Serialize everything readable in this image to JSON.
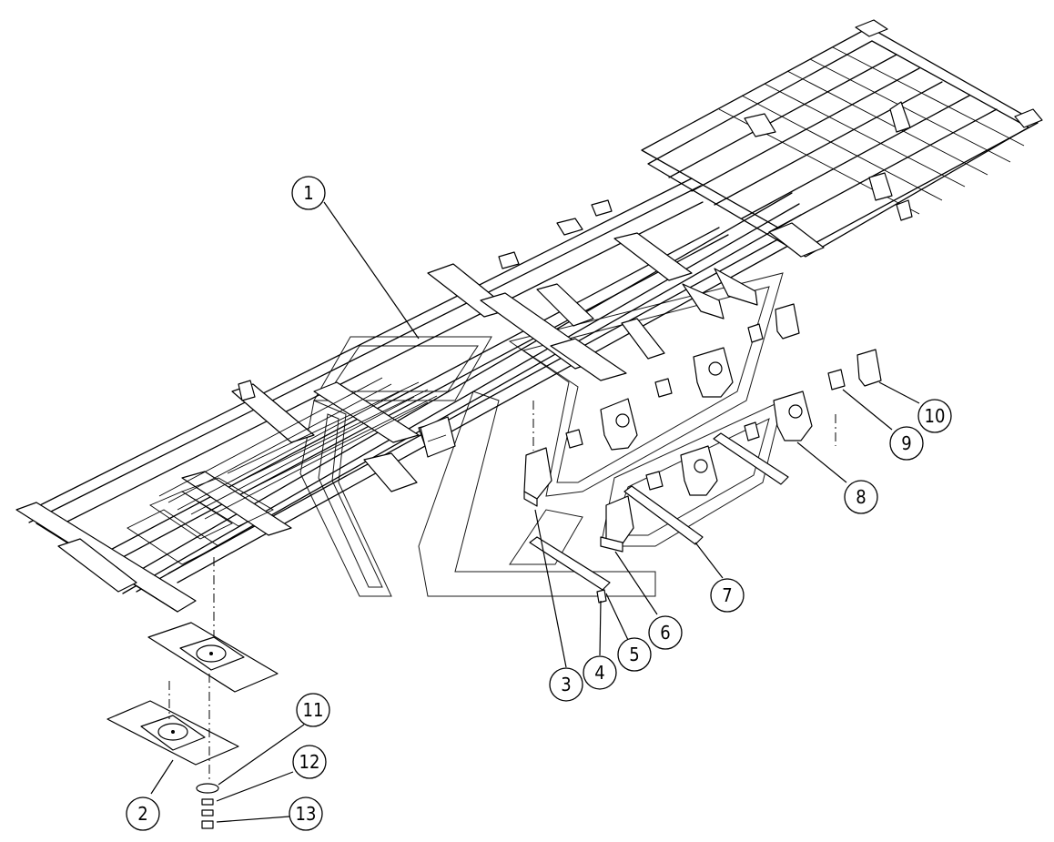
{
  "callouts": [
    {
      "id": "c1",
      "label": "1"
    },
    {
      "id": "c2",
      "label": "2"
    },
    {
      "id": "c3",
      "label": "3"
    },
    {
      "id": "c4",
      "label": "4"
    },
    {
      "id": "c5",
      "label": "5"
    },
    {
      "id": "c6",
      "label": "6"
    },
    {
      "id": "c7",
      "label": "7"
    },
    {
      "id": "c8",
      "label": "8"
    },
    {
      "id": "c9",
      "label": "9"
    },
    {
      "id": "c10",
      "label": "10"
    },
    {
      "id": "c11",
      "label": "11"
    },
    {
      "id": "c12",
      "label": "12"
    },
    {
      "id": "c13",
      "label": "13"
    }
  ]
}
